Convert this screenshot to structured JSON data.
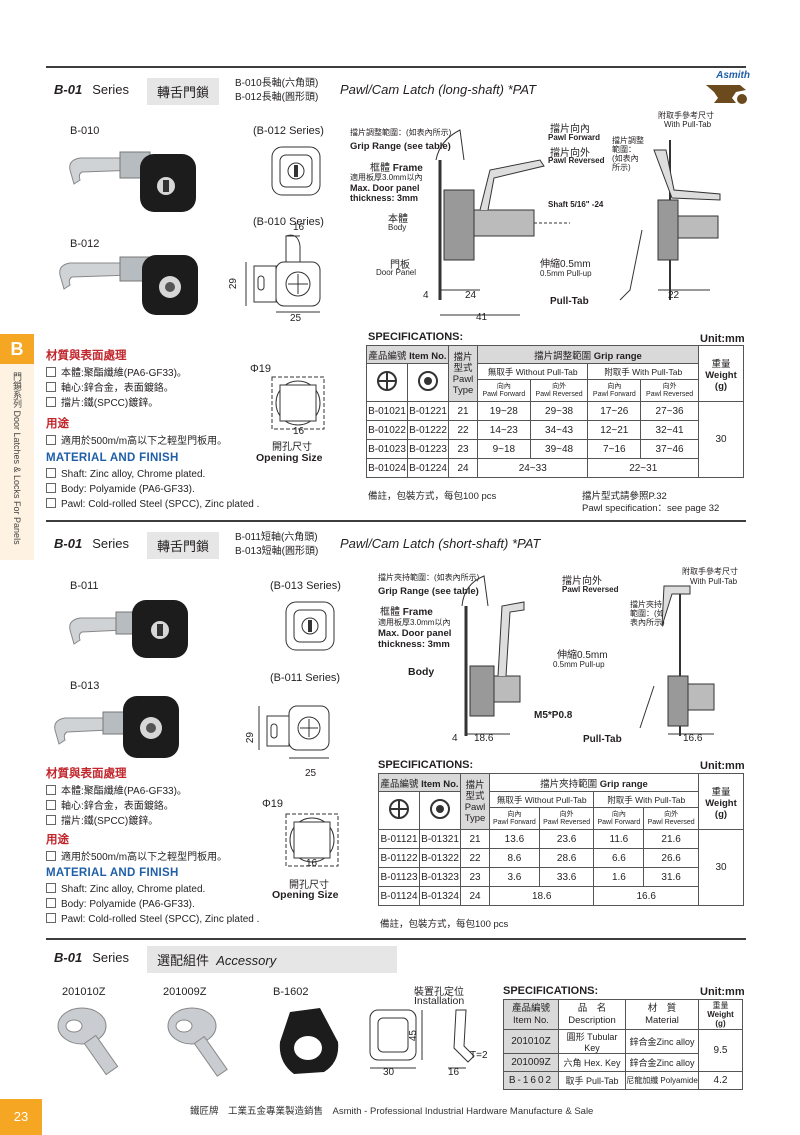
{
  "brand": "Asmith",
  "section1": {
    "series": "B-01",
    "series_word": "Series",
    "cn_title": "轉舌門鎖",
    "models": [
      "B-010長軸(六角頭)",
      "B-012長軸(圓形頭)"
    ],
    "title": "Pawl/Cam Latch (long-shaft) *PAT",
    "photo_labels": [
      "B-010",
      "B-012"
    ],
    "view_labels": [
      "(B-012 Series)",
      "(B-010 Series)"
    ],
    "dims": {
      "h": "29",
      "w": "25",
      "key": "16",
      "d4": "4",
      "d24": "24",
      "d41": "41",
      "d22": "22"
    },
    "diagram": {
      "grip_cn": "擋片調整範圍：(如表內所示)",
      "grip_en": "Grip Range (see table)",
      "frame_cn": "框體",
      "frame_en": "Frame",
      "thick_cn": "適用板厚3.0mm以內",
      "thick_en": "Max. Door panel thickness: 3mm",
      "body_cn": "本體",
      "body_en": "Body",
      "door_cn": "門板",
      "door_en": "Door Panel",
      "fwd_cn": "擋片向內",
      "fwd_en": "Pawl Forward",
      "rev_cn": "擋片向外",
      "rev_en": "Pawl Reversed",
      "shaft": "Shaft 5/16\" -24",
      "pull_cn": "伸縮0.5mm",
      "pull_en": "0.5mm Pull-up",
      "pulltab": "Pull-Tab",
      "with_cn": "附取手參考尺寸",
      "with_en": "With Pull-Tab",
      "grip2_cn": "擋片調整範圍：(如表內所示)",
      "vert": "擋片調整範圍"
    },
    "opening": {
      "dia": "Φ19",
      "size": "16",
      "cn": "開孔尺寸",
      "en": "Opening Size"
    },
    "material": {
      "h_cn": "材質與表面處理",
      "cn": [
        "本體:聚酯纖維(PA6-GF33)。",
        "軸心:鋅合金，表面鍍鉻。",
        "擋片:鐵(SPCC)鍍鋅。"
      ],
      "use_h": "用途",
      "use": "適用於500m/m高以下之輕型門板用。",
      "h_en": "MATERIAL AND FINISH",
      "en": [
        "Shaft: Zinc alloy, Chrome plated.",
        "Body: Polyamide (PA6-GF33).",
        "Pawl: Cold-rolled Steel (SPCC), Zinc plated ."
      ]
    },
    "spec": {
      "title": "SPECIFICATIONS:",
      "unit": "Unit:mm",
      "h_item_cn": "產品編號",
      "h_item_en": "Item No.",
      "h_type_cn": "擋片型式",
      "h_type_en": "Pawl Type",
      "h_grip_cn": "擋片調整範圍",
      "h_grip_en": "Grip range",
      "h_without": "無取手 Without Pull-Tab",
      "h_with": "附取手 With Pull-Tab",
      "h_fwd_cn": "向內",
      "h_rev_cn": "向外",
      "h_fwd": "Pawl Forward",
      "h_rev": "Pawl Reversed",
      "h_weight_cn": "重量",
      "h_weight_en": "Weight",
      "h_g": "(g)",
      "rows": [
        [
          "B-01021",
          "B-01221",
          "21",
          "19~28",
          "29~38",
          "17~26",
          "27~36"
        ],
        [
          "B-01022",
          "B-01222",
          "22",
          "14~23",
          "34~43",
          "12~21",
          "32~41"
        ],
        [
          "B-01023",
          "B-01223",
          "23",
          "9~18",
          "39~48",
          "7~16",
          "37~46"
        ],
        [
          "B-01024",
          "B-01224",
          "24",
          "24~33",
          "",
          "22~31",
          ""
        ]
      ],
      "weight": "30",
      "note": "備註，包裝方式，每包100 pcs",
      "note2_cn": "擋片型式請參照P.32",
      "note2_en": "Pawl specification：see page 32"
    }
  },
  "section2": {
    "series": "B-01",
    "series_word": "Series",
    "cn_title": "轉舌門鎖",
    "models": [
      "B-011短軸(六角頭)",
      "B-013短軸(圓形頭)"
    ],
    "title": "Pawl/Cam Latch (short-shaft) *PAT",
    "photo_labels": [
      "B-011",
      "B-013"
    ],
    "view_labels": [
      "(B-013 Series)",
      "(B-011 Series)"
    ],
    "dims": {
      "h": "29",
      "w": "25",
      "d4": "4",
      "d186": "18.6",
      "d166": "16.6"
    },
    "diagram": {
      "grip_cn": "擋片夾持範圍：(如表內所示)",
      "grip_en": "Grip Range (see table)",
      "frame_cn": "框體",
      "frame_en": "Frame",
      "thick_cn": "適用板厚3.0mm以內",
      "thick_en": "Max. Door panel thickness: 3mm",
      "body_en": "Body",
      "rev_cn": "擋片向外",
      "rev_en": "Pawl Reversed",
      "pull_cn": "伸縮0.5mm",
      "pull_en": "0.5mm Pull-up",
      "m5": "M5*P0.8",
      "pulltab": "Pull-Tab",
      "with_cn": "附取手參考尺寸",
      "with_en": "With Pull-Tab",
      "grip2_cn": "擋片夾持範圍：(如表內所示)"
    },
    "opening": {
      "dia": "Φ19",
      "size": "16",
      "cn": "開孔尺寸",
      "en": "Opening Size"
    },
    "material": {
      "h_cn": "材質與表面處理",
      "cn": [
        "本體:聚酯纖維(PA6-GF33)。",
        "軸心:鋅合金，表面鍍鉻。",
        "擋片:鐵(SPCC)鍍鋅。"
      ],
      "use_h": "用途",
      "use": "適用於500m/m高以下之輕型門板用。",
      "h_en": "MATERIAL AND FINISH",
      "en": [
        "Shaft: Zinc alloy, Chrome plated.",
        "Body: Polyamide (PA6-GF33).",
        "Pawl: Cold-rolled Steel (SPCC), Zinc plated ."
      ]
    },
    "spec": {
      "title": "SPECIFICATIONS:",
      "unit": "Unit:mm",
      "h_item_cn": "產品編號",
      "h_item_en": "Item No.",
      "h_type_cn": "擋片型式",
      "h_type_en": "Pawl Type",
      "h_grip_cn": "擋片夾持範圍",
      "h_grip_en": "Grip range",
      "h_without": "無取手 Without Pull-Tab",
      "h_with": "附取手 With Pull-Tab",
      "h_fwd_cn": "向內",
      "h_rev_cn": "向外",
      "h_fwd": "Pawl Forward",
      "h_rev": "Pawl Reversed",
      "h_weight_cn": "重量",
      "h_weight_en": "Weight",
      "h_g": "(g)",
      "rows": [
        [
          "B-01121",
          "B-01321",
          "21",
          "13.6",
          "23.6",
          "11.6",
          "21.6"
        ],
        [
          "B-01122",
          "B-01322",
          "22",
          "8.6",
          "28.6",
          "6.6",
          "26.6"
        ],
        [
          "B-01123",
          "B-01323",
          "23",
          "3.6",
          "33.6",
          "1.6",
          "31.6"
        ],
        [
          "B-01124",
          "B-01324",
          "24",
          "18.6",
          "",
          "16.6",
          ""
        ]
      ],
      "weight": "30",
      "note": "備註，包裝方式，每包100 pcs"
    }
  },
  "section3": {
    "series": "B-01",
    "series_word": "Series",
    "cn_title": "選配組件",
    "title": "Accessory",
    "photo_labels": [
      "201010Z",
      "201009Z",
      "B-1602"
    ],
    "install_cn": "裝置孔定位",
    "install_en": "Installation",
    "dims": {
      "h": "45",
      "w": "30",
      "d16": "16",
      "t": "T=2"
    },
    "spec": {
      "title": "SPECIFICATIONS:",
      "unit": "Unit:mm",
      "h_item_cn": "產品編號",
      "h_item_en": "Item No.",
      "h_desc_cn": "品　名",
      "h_desc_en": "Description",
      "h_mat_cn": "材　質",
      "h_mat_en": "Material",
      "h_w_cn": "重量",
      "h_w_en": "Weight",
      "h_g": "(g)",
      "rows": [
        [
          "201010Z",
          "圓形 Tubular Key",
          "鋅合金Zinc alloy"
        ],
        [
          "201009Z",
          "六角 Hex. Key",
          "鋅合金Zinc alloy"
        ],
        [
          "B-1602",
          "取手 Pull-Tab",
          "尼龍加纖 Polyamide"
        ]
      ],
      "weights": [
        "9.5",
        "4.2"
      ]
    }
  },
  "side": {
    "letter": "B",
    "text": "門鎖系列 Door Latches & Locks For Panels"
  },
  "footer": {
    "page": "23",
    "text": "鐵匠牌　工業五金專業製造銷售　Asmith - Professional Industrial Hardware Manufacture & Sale"
  }
}
